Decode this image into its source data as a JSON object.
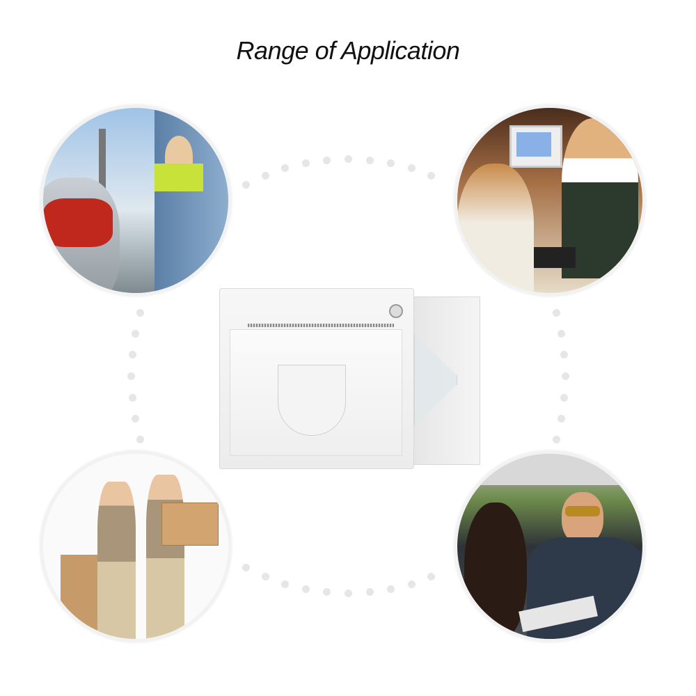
{
  "title": "Range of Application",
  "photos": [
    {
      "name": "toll-booth-photo",
      "bg": "#a8c6e0"
    },
    {
      "name": "retail-checkout-photo",
      "bg": "#c89a6a"
    },
    {
      "name": "delivery-workers-photo",
      "bg": "#f4f4f4"
    },
    {
      "name": "traffic-police-photo",
      "bg": "#3c4650"
    }
  ],
  "colors": {
    "dot": "#e6e6e6",
    "title": "#111111"
  }
}
